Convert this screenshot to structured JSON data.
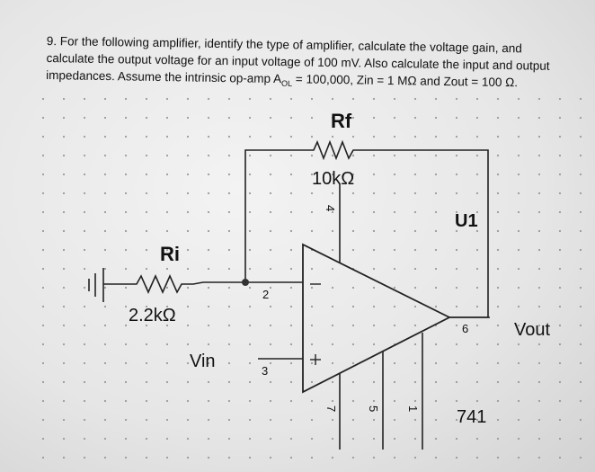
{
  "question": {
    "line1": "9.  For the following amplifier, identify the type of amplifier, calculate the voltage gain, and",
    "line2": "calculate the output voltage for an input voltage of 100 mV. Also calculate the input and output",
    "line3": "impedances. Assume the intrinsic op-amp A",
    "aol_sub": "OL",
    "line3b": " = 100,000, Zin = 1 MΩ and Zout = 100 Ω."
  },
  "circuit": {
    "rf_name": "Rf",
    "rf_value": "10kΩ",
    "ri_name": "Ri",
    "ri_value": "2.2kΩ",
    "opamp_ref": "U1",
    "opamp_model": "741",
    "vin_label": "Vin",
    "vout_label": "Vout",
    "pin_inverting": "2",
    "pin_noninverting": "3",
    "pin_output": "6",
    "pin_vplus": "4",
    "pin_vminus": "7",
    "pin_offset_a": "5",
    "pin_offset_b": "1",
    "sign_minus": "−",
    "sign_plus": "+"
  }
}
